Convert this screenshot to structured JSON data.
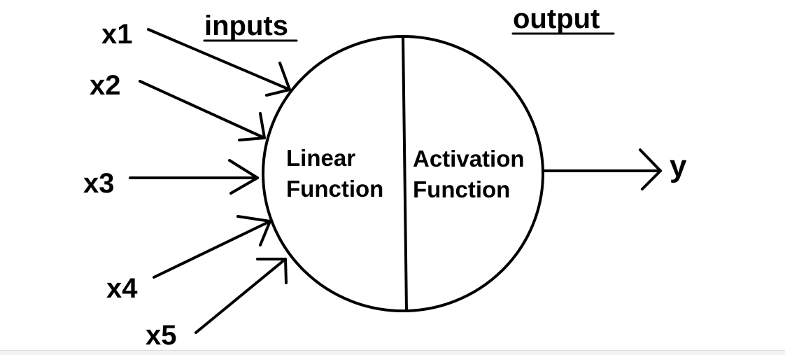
{
  "headers": {
    "inputs": "inputs",
    "output": "output"
  },
  "inputs": [
    {
      "label": "x1"
    },
    {
      "label": "x2"
    },
    {
      "label": "x3"
    },
    {
      "label": "x4"
    },
    {
      "label": "x5"
    }
  ],
  "neuron": {
    "linear_line1": "Linear",
    "linear_line2": "Function",
    "activation_line1": "Activation",
    "activation_line2": "Function"
  },
  "output": {
    "label": "y"
  },
  "colors": {
    "ink": "#000000",
    "background": "#ffffff"
  }
}
